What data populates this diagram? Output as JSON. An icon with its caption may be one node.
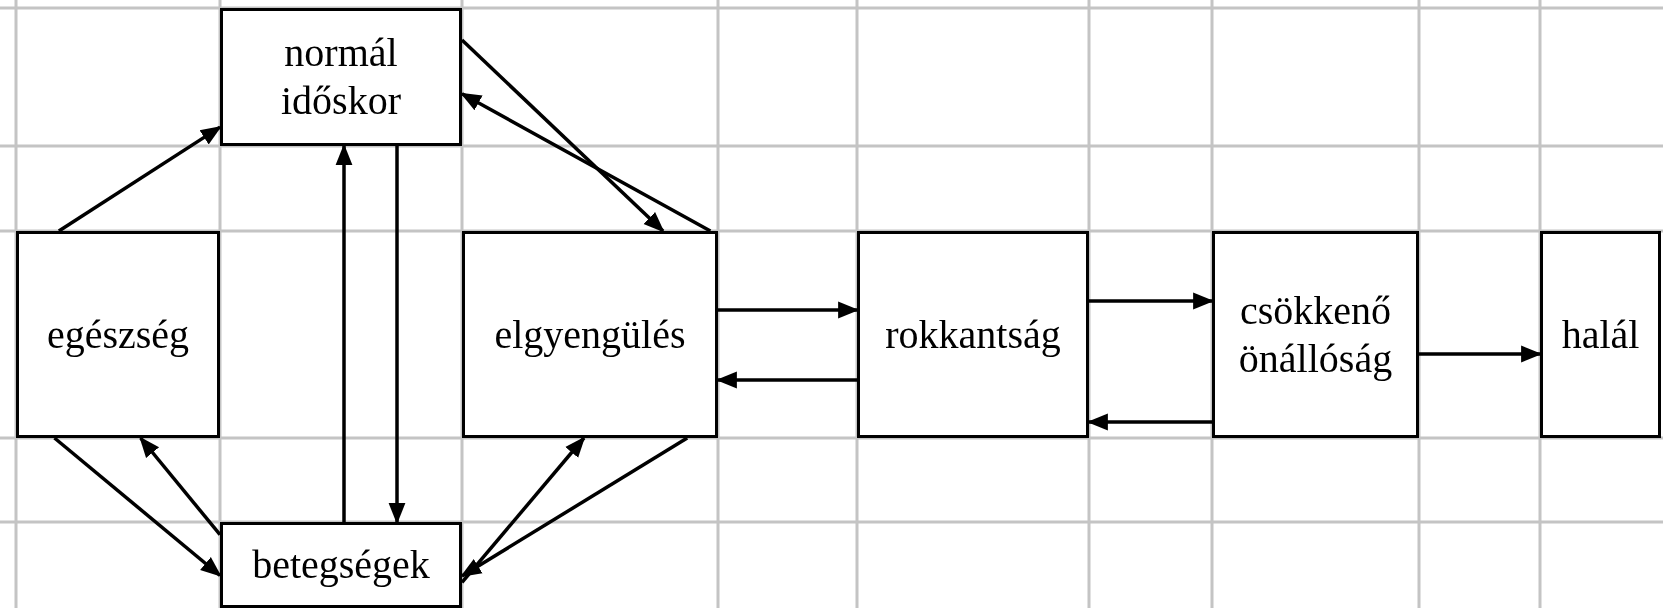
{
  "diagram": {
    "nodes": [
      {
        "text": [
          "normál időskor"
        ]
      },
      {
        "text": [
          "egészség"
        ]
      },
      {
        "text": [
          "elgyengülés"
        ]
      },
      {
        "text": [
          "rokkantság"
        ]
      },
      {
        "text": [
          "csökkenő önállóság"
        ]
      },
      {
        "text": [
          "halál"
        ]
      },
      {
        "text": [
          "betegségek"
        ]
      }
    ],
    "edges": [
      {
        "from": 1,
        "to": 0,
        "arrow": "to"
      },
      {
        "from": 0,
        "to": 2,
        "arrow": "to"
      },
      {
        "from": 2,
        "to": 0,
        "arrow": "to"
      },
      {
        "from": 2,
        "to": 3,
        "arrow": "to"
      },
      {
        "from": 3,
        "to": 2,
        "arrow": "to"
      },
      {
        "from": 3,
        "to": 4,
        "arrow": "to"
      },
      {
        "from": 4,
        "to": 3,
        "arrow": "to"
      },
      {
        "from": 4,
        "to": 5,
        "arrow": "to"
      },
      {
        "from": 6,
        "to": 0,
        "arrow": "to"
      },
      {
        "from": 0,
        "to": 6,
        "arrow": "to"
      },
      {
        "from": 1,
        "to": 6,
        "arrow": "to"
      },
      {
        "from": 6,
        "to": 1,
        "arrow": "to"
      },
      {
        "from": 6,
        "to": 2,
        "arrow": "to"
      },
      {
        "from": 2,
        "to": 6,
        "arrow": "to"
      }
    ]
  }
}
